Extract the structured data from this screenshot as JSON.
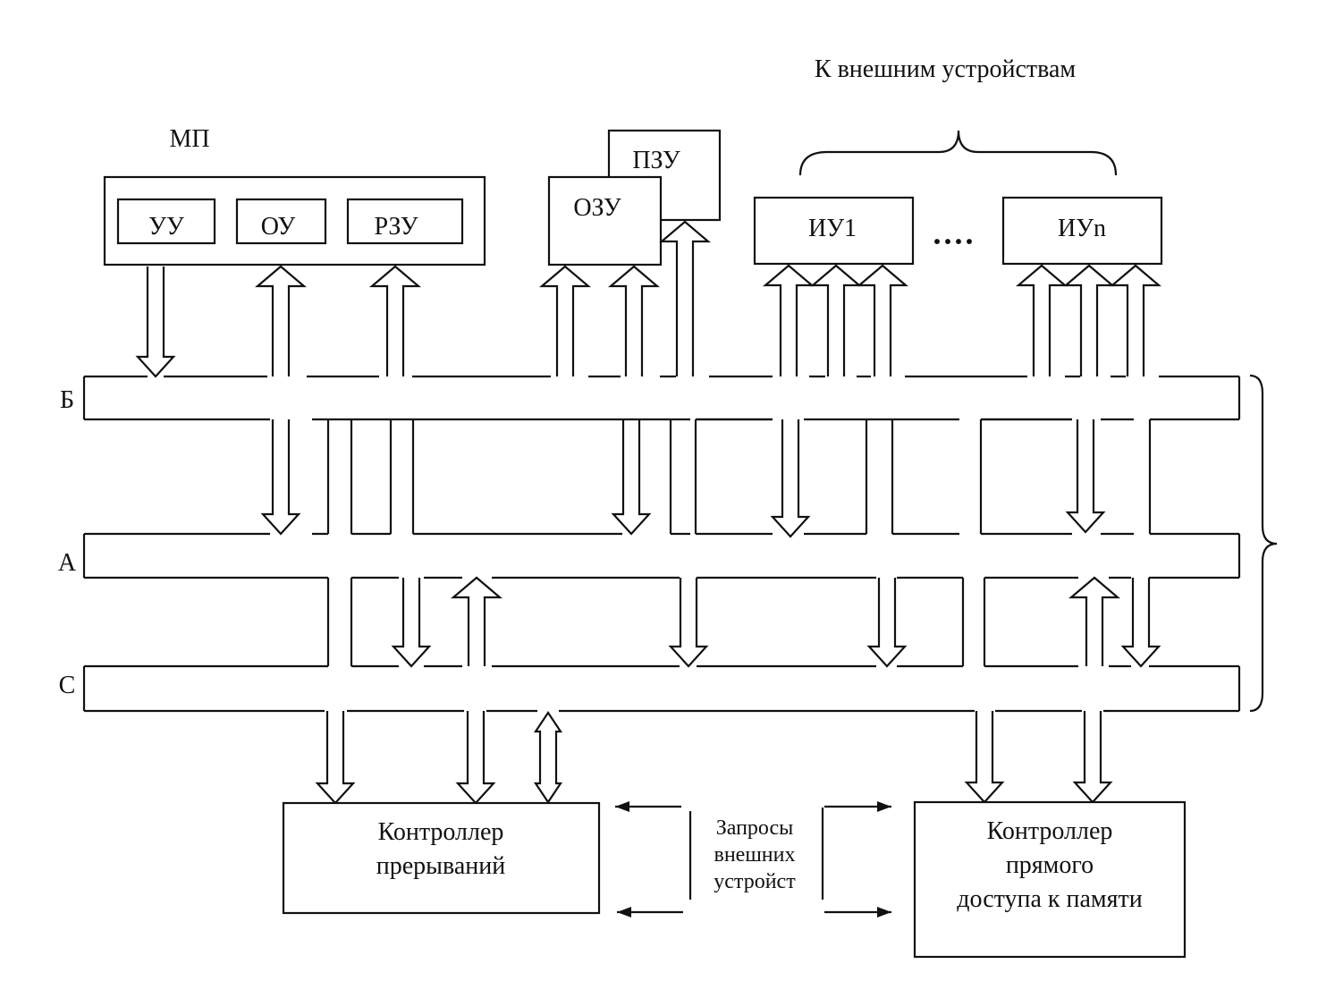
{
  "labels": {
    "external_devices": "К внешним устройствам",
    "mp": "МП",
    "uu": "УУ",
    "ou": "ОУ",
    "rzu": "РЗУ",
    "ozu": "ОЗУ",
    "pzu": "ПЗУ",
    "iu1": "ИУ1",
    "iun": "ИУn",
    "dots": "····",
    "bus_b": "Б",
    "bus_a": "А",
    "bus_c": "С",
    "interrupt_controller": [
      "Контроллер",
      "прерываний"
    ],
    "dma_controller": [
      "Контроллер",
      "прямого",
      "доступа к памяти"
    ],
    "requests": [
      "Запросы",
      "внешних",
      "устройст"
    ]
  }
}
